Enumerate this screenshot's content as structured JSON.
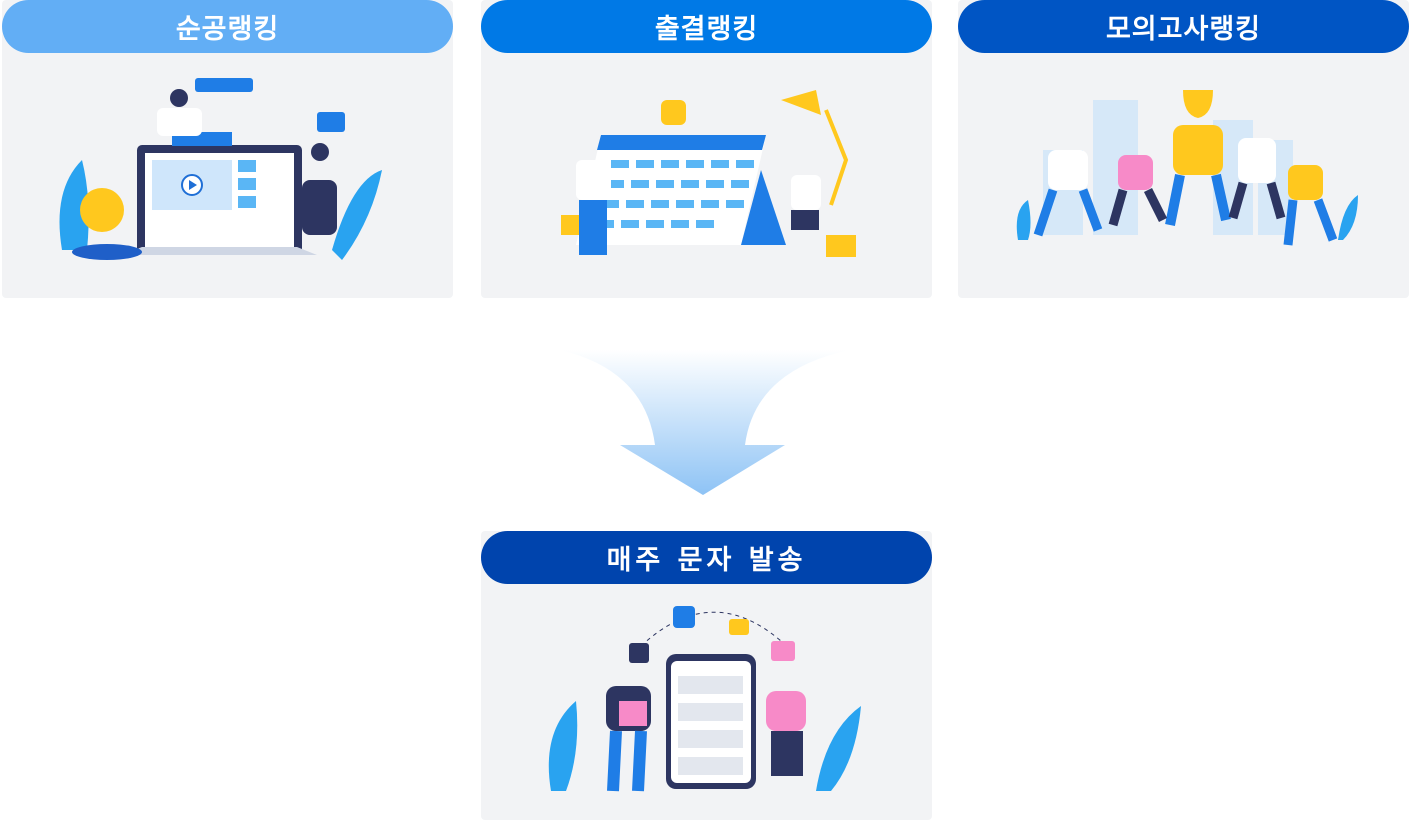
{
  "cards": [
    {
      "title": "순공랭킹",
      "color": "#62aef5"
    },
    {
      "title": "출결랭킹",
      "color": "#0079e6"
    },
    {
      "title": "모의고사랭킹",
      "color": "#0055c4"
    }
  ],
  "result": {
    "title": "매주 문자 발송",
    "color": "#0044ad"
  },
  "colors": {
    "card_bg": "#f2f3f5",
    "arrow_top": "#ffffff",
    "arrow_bottom": "#8ec3f5"
  }
}
